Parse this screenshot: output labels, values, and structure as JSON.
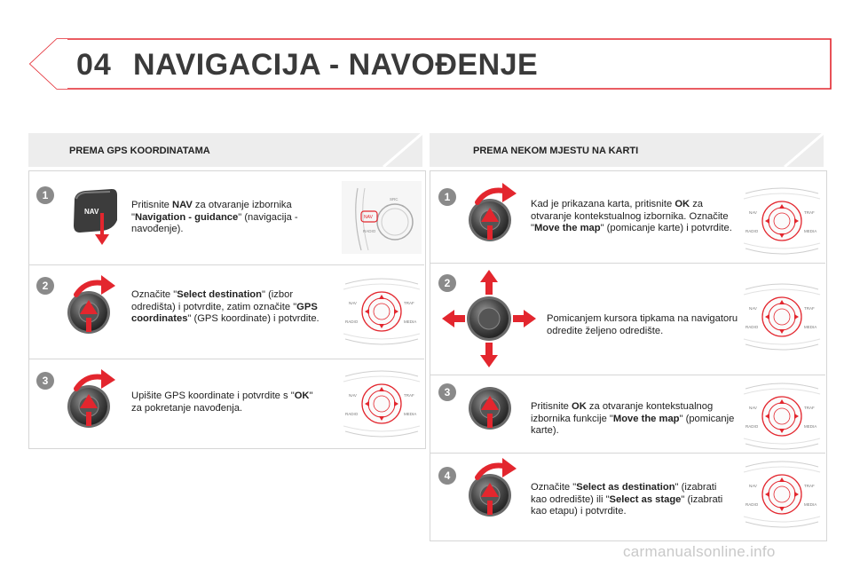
{
  "header": {
    "number": "04",
    "title": "NAVIGACIJA - NAVOĐENJE"
  },
  "left": {
    "title": "PREMA GPS KOORDINATAMA",
    "steps": [
      {
        "num": "1",
        "parts": [
          {
            "t": "Pritisnite ",
            "b": false
          },
          {
            "t": "NAV",
            "b": true
          },
          {
            "t": " za otvaranje izbornika \"",
            "b": false
          },
          {
            "t": "Navigation - guidance",
            "b": true
          },
          {
            "t": "\" (navigacija - navođenje).",
            "b": false
          }
        ],
        "nav_button": "NAV",
        "thumb_labels": [
          "NAV",
          "RADIO",
          "SRC"
        ]
      },
      {
        "num": "2",
        "parts": [
          {
            "t": "Označite \"",
            "b": false
          },
          {
            "t": "Select destination",
            "b": true
          },
          {
            "t": "\" (izbor odredišta) i potvrdite, zatim označite \"",
            "b": false
          },
          {
            "t": "GPS coordinates",
            "b": true
          },
          {
            "t": "\" (GPS koordinate) i potvrdite.",
            "b": false
          }
        ]
      },
      {
        "num": "3",
        "parts": [
          {
            "t": "Upišite GPS koordinate i potvrdite s \"",
            "b": false
          },
          {
            "t": "OK",
            "b": true
          },
          {
            "t": "\" za pokretanje navođenja.",
            "b": false
          }
        ]
      }
    ]
  },
  "right": {
    "title": "PREMA NEKOM MJESTU NA KARTI",
    "steps": [
      {
        "num": "1",
        "parts": [
          {
            "t": "Kad je prikazana karta, pritisnite ",
            "b": false
          },
          {
            "t": "OK",
            "b": true
          },
          {
            "t": " za otvaranje kontekstualnog izbornika. Označite \"",
            "b": false
          },
          {
            "t": "Move the map",
            "b": true
          },
          {
            "t": "\" (pomicanje karte) i potvrdite.",
            "b": false
          }
        ]
      },
      {
        "num": "2",
        "parts": [
          {
            "t": "Pomicanjem kursora tipkama na navigatoru odredite željeno odredište.",
            "b": false
          }
        ]
      },
      {
        "num": "3",
        "parts": [
          {
            "t": "Pritisnite ",
            "b": false
          },
          {
            "t": "OK",
            "b": true
          },
          {
            "t": " za otvaranje kontekstualnog izbornika funkcije \"",
            "b": false
          },
          {
            "t": "Move the map",
            "b": true
          },
          {
            "t": "\" (pomicanje karte).",
            "b": false
          }
        ]
      },
      {
        "num": "4",
        "parts": [
          {
            "t": "Označite \"",
            "b": false
          },
          {
            "t": "Select as destination",
            "b": true
          },
          {
            "t": "\" (izabrati kao odredište) ili \"",
            "b": false
          },
          {
            "t": "Select as stage",
            "b": true
          },
          {
            "t": "\" (izabrati kao etapu) i potvrdite.",
            "b": false
          }
        ]
      }
    ]
  },
  "console_labels": [
    "NAV",
    "TRAF",
    "RADIO",
    "MEDIA"
  ],
  "footer": "carmanualsonline.info",
  "colors": {
    "accent_red": "#e3262e",
    "badge_grey": "#8a8a8a",
    "section_bg": "#ededed"
  }
}
